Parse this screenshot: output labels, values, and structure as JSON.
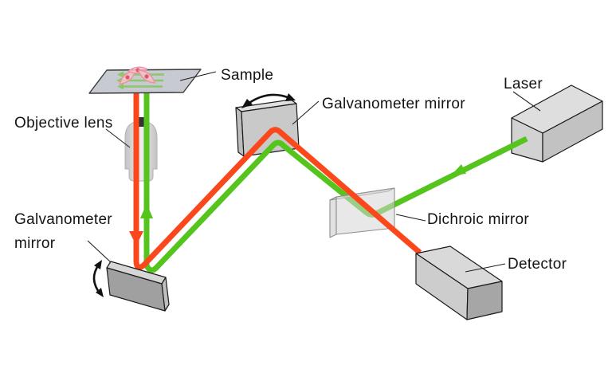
{
  "diagram": {
    "subject": "Confocal laser scanning microscope light path",
    "background": "#ffffff"
  },
  "labels": {
    "sample": "Sample",
    "objective_lens": "Objective lens",
    "galvanometer_mirror_left_line1": "Galvanometer",
    "galvanometer_mirror_left_line2": "mirror",
    "galvanometer_mirror_top": "Galvanometer mirror",
    "laser": "Laser",
    "dichroic_mirror": "Dichroic mirror",
    "detector": "Detector"
  },
  "colors": {
    "excitation_beam_green": "#55C41D",
    "emission_beam_red": "#FA481C",
    "scan_arrow_light_green": "#8CC86A",
    "cell_fill_pink": "#F8C3CD",
    "cell_outline_pink": "#EE8FA5",
    "cell_nucleus_red": "#E25566",
    "mirror_face_gray": "#A0A0A0",
    "component_light_gray": "#D2D2D2",
    "outline_black": "#1A1A1A"
  }
}
